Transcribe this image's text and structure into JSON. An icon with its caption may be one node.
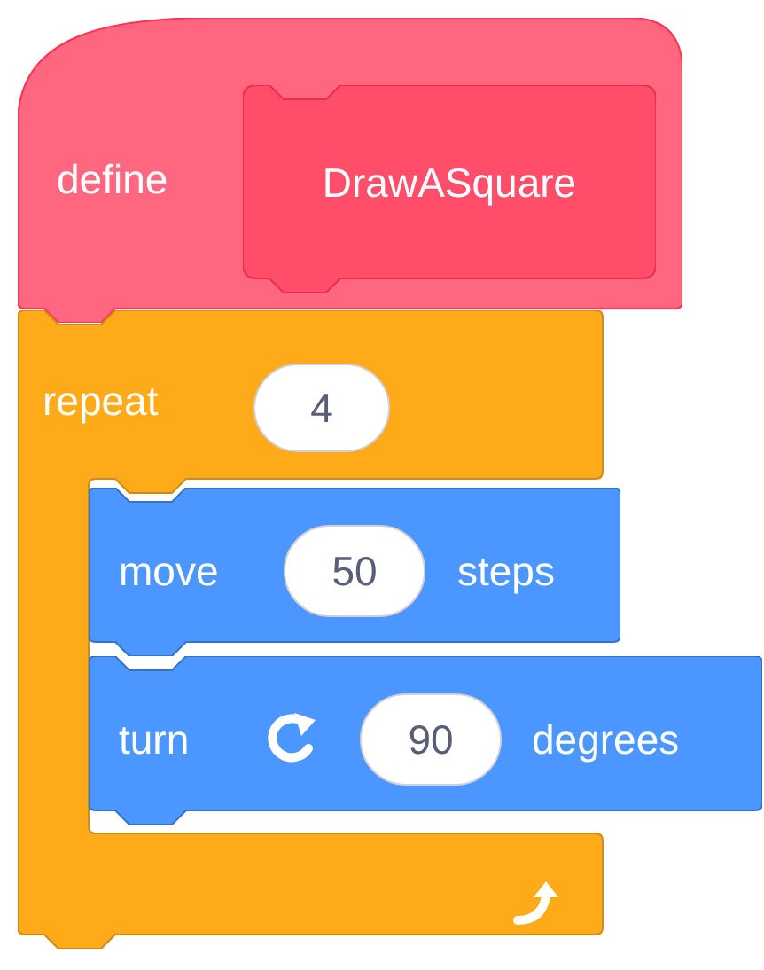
{
  "diagram": {
    "nodes": [
      {
        "text": [
          "define"
        ]
      },
      {
        "text": [
          "DrawASquare"
        ],
        "in": 0
      },
      {
        "text": [
          "repeat"
        ]
      },
      {
        "text": [
          "4"
        ],
        "in": 2
      },
      {
        "text": [
          "move",
          "steps"
        ],
        "in": 2
      },
      {
        "text": [
          "50"
        ],
        "in": 4
      },
      {
        "text": [
          "turn",
          "degrees"
        ]
      },
      {
        "text": [
          "90"
        ],
        "in": 6
      }
    ]
  }
}
